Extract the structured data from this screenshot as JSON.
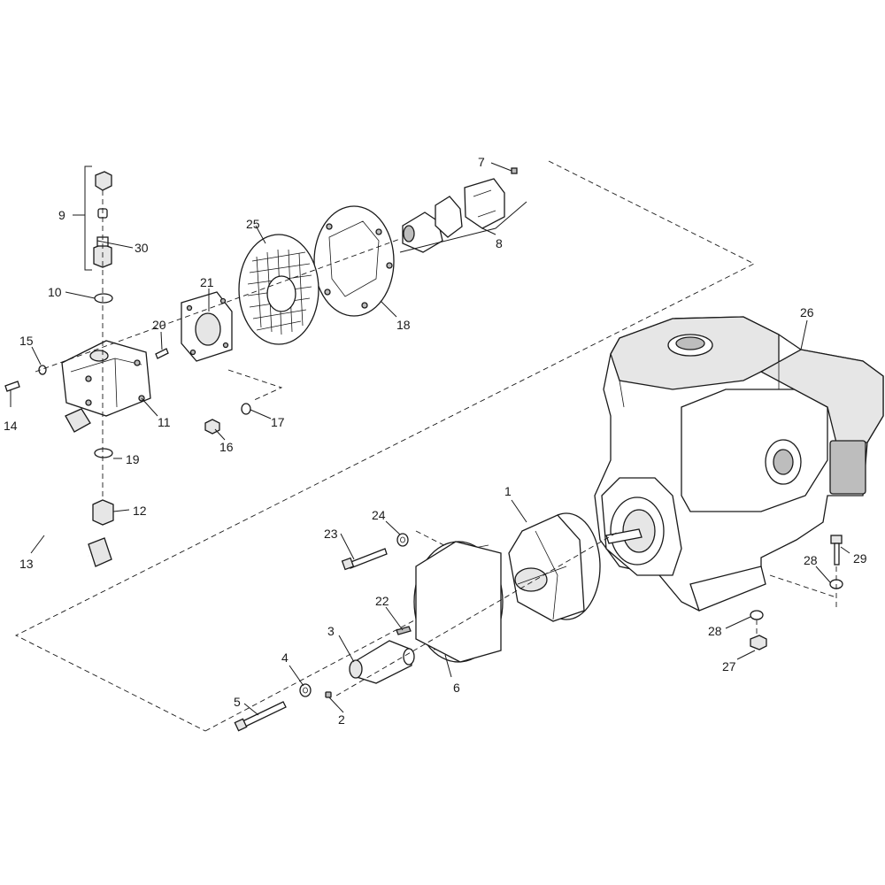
{
  "callouts": [
    "1",
    "2",
    "3",
    "4",
    "5",
    "6",
    "7",
    "8",
    "9",
    "10",
    "11",
    "12",
    "13",
    "14",
    "15",
    "16",
    "17",
    "18",
    "19",
    "20",
    "21",
    "22",
    "23",
    "24",
    "25",
    "26",
    "27",
    "28",
    "28",
    "29",
    "30"
  ]
}
